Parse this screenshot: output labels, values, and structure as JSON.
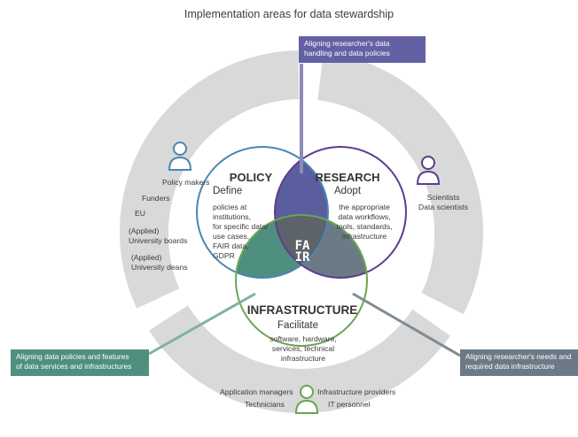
{
  "title": "Implementation areas for data stewardship",
  "colors": {
    "ring": "#d9d9d9",
    "policy": "#4a86b2",
    "research": "#5d3d8c",
    "infrastructure": "#6ba553",
    "policy_research": "#5b5e9e",
    "research_infrastructure": "#6c7a85",
    "policy_infrastructure": "#4e8f80",
    "center": "#5d636a",
    "callout_top": "#6360a3",
    "callout_left": "#4f8f80",
    "callout_right": "#6b7a86",
    "line_top": "#8c8ab9",
    "line_left": "#7eb39e",
    "line_right": "#7f8b93"
  },
  "icons": {
    "policy_actors": "person-icon",
    "research_actors": "person-icon",
    "infrastructure_actors": "person-icon"
  },
  "policy": {
    "heading": "POLICY",
    "verb": "Define",
    "lines": [
      "policies at",
      "institutions,",
      "for specific data/",
      "use cases,",
      "FAIR data,",
      "GDPR"
    ],
    "actors": {
      "policy_makers": "Policy makers",
      "funders": "Funders",
      "eu": "EU",
      "boards": [
        "(Applied)",
        "University boards"
      ],
      "deans": [
        "(Applied)",
        "University deans"
      ]
    }
  },
  "research": {
    "heading": "RESEARCH",
    "verb": "Adopt",
    "lines": [
      "the appropriate",
      "data workflows,",
      "tools, standards,",
      "infrastructure"
    ],
    "actors": [
      "Scientists",
      "Data scientists"
    ]
  },
  "infrastructure": {
    "heading": "INFRASTRUCTURE",
    "verb": "Facilitate",
    "lines": [
      "software, hardware,",
      "services, technical",
      "infrastructure"
    ],
    "actors": {
      "application_managers": "Application managers",
      "technicians": "Technicians",
      "infrastructure_providers": "Infrastructure providers",
      "it_personnel": "IT personnel"
    }
  },
  "center": {
    "lines": [
      "FA",
      "IR"
    ]
  },
  "callouts": {
    "top": [
      "Aligning researcher's data",
      "handling and data policies"
    ],
    "left": [
      "Aligning data policies and features",
      "of data services and infrastructures"
    ],
    "right": [
      "Aligning researcher's needs and",
      "required data infrastructure"
    ]
  }
}
